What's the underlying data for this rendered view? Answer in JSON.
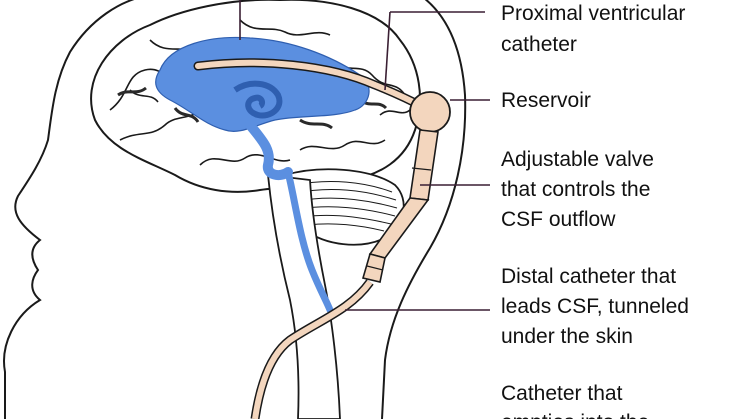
{
  "labels": {
    "proximal": [
      "Proximal ventricular",
      "catheter"
    ],
    "reservoir": [
      "Reservoir"
    ],
    "valve": [
      "Adjustable valve",
      "that controls the",
      "CSF outflow"
    ],
    "distal": [
      "Distal catheter that",
      "leads CSF, tunneled",
      "under the skin"
    ],
    "peritoneal": [
      "Catheter that",
      "empties into the"
    ]
  },
  "colors": {
    "ventricle": "#5b8fe0",
    "catheter": "#f3d6be",
    "outline": "#1a1a1a",
    "leader": "#3a1f33"
  }
}
